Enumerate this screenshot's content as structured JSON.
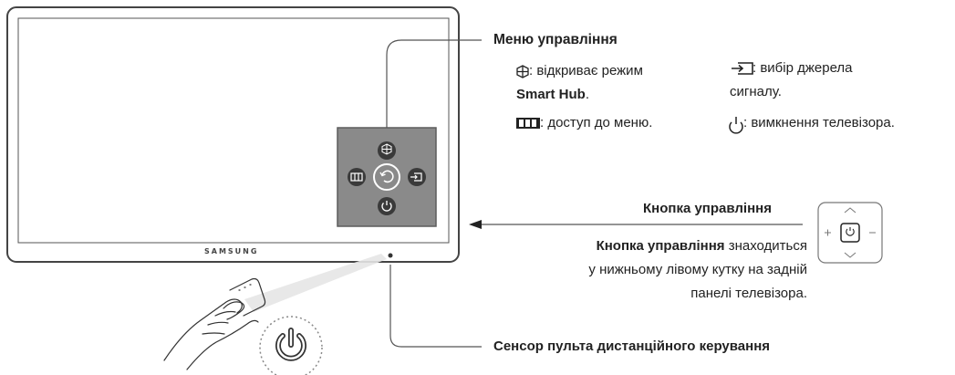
{
  "tv": {
    "brand": "SAMSUNG"
  },
  "menu": {
    "title": "Меню управління",
    "smart_hub_text_1": ": відкриває режим",
    "smart_hub_text_2": "Smart Hub",
    "smart_hub_text_3": ".",
    "source_text_1": ": вибір джерела",
    "source_text_2": "сигналу.",
    "menu_text": ": доступ до меню.",
    "power_text": ": вимкнення телевізора."
  },
  "control_button": {
    "title": "Кнопка управління",
    "desc_bold": "Кнопка управління",
    "desc_rest": " знаходиться",
    "desc_line2": "у нижньому лівому кутку на задній",
    "desc_line3": "панелі телевізора."
  },
  "sensor": {
    "label": "Сенсор пульта дистанційного керування"
  },
  "icons": [
    "smart-hub-icon",
    "menu-icon",
    "return-icon",
    "source-icon",
    "power-icon"
  ],
  "colors": {
    "panel": "#8a8a8a",
    "panel_border": "#5c5c5c",
    "line": "#555555",
    "icon": "#333333"
  }
}
